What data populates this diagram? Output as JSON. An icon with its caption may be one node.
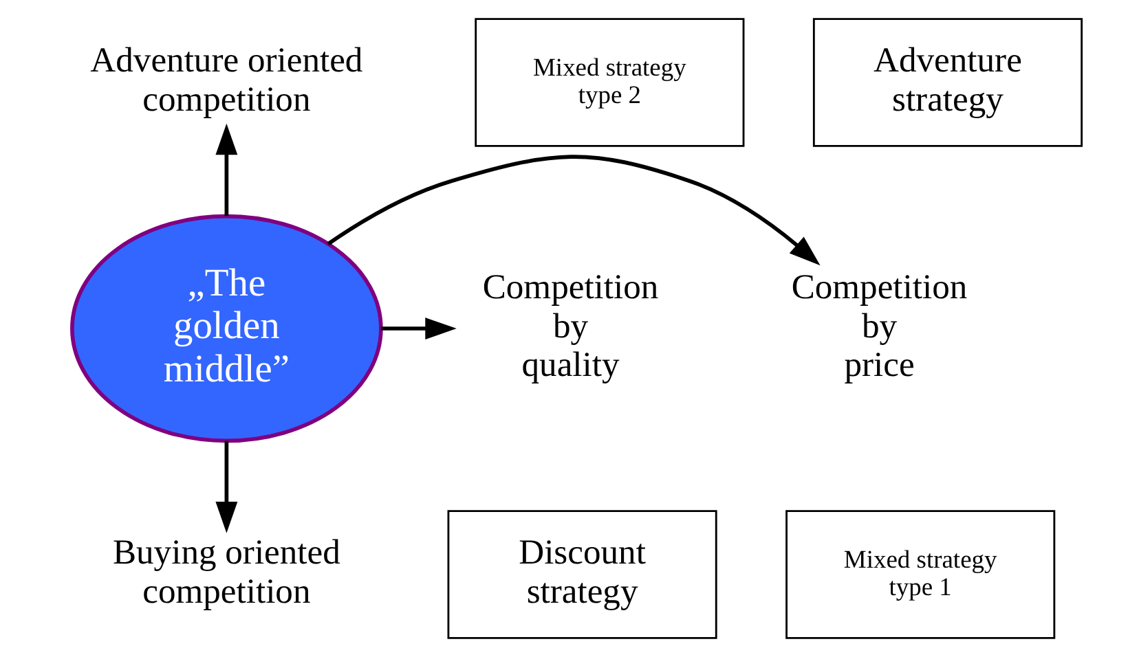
{
  "diagram": {
    "nodes": [
      {
        "text": [
          "„The golden middle”"
        ]
      },
      {
        "text": [
          "Adventure oriented competition"
        ]
      },
      {
        "text": [
          "Competition by price"
        ]
      },
      {
        "text": [
          "Competition by quality"
        ]
      },
      {
        "text": [
          "Buying oriented competition"
        ]
      },
      {
        "text": [
          "Mixed strategy type 2"
        ]
      },
      {
        "text": [
          "Adventure strategy"
        ]
      },
      {
        "text": [
          "Discount strategy"
        ]
      },
      {
        "text": [
          "Mixed strategy type 1"
        ]
      }
    ],
    "edges": [
      {
        "from": 0,
        "to": 1,
        "arrow": "to"
      },
      {
        "from": 0,
        "to": 2,
        "arrow": "to"
      },
      {
        "from": 0,
        "to": 3,
        "arrow": "to"
      },
      {
        "from": 0,
        "to": 4,
        "arrow": "to"
      }
    ]
  }
}
